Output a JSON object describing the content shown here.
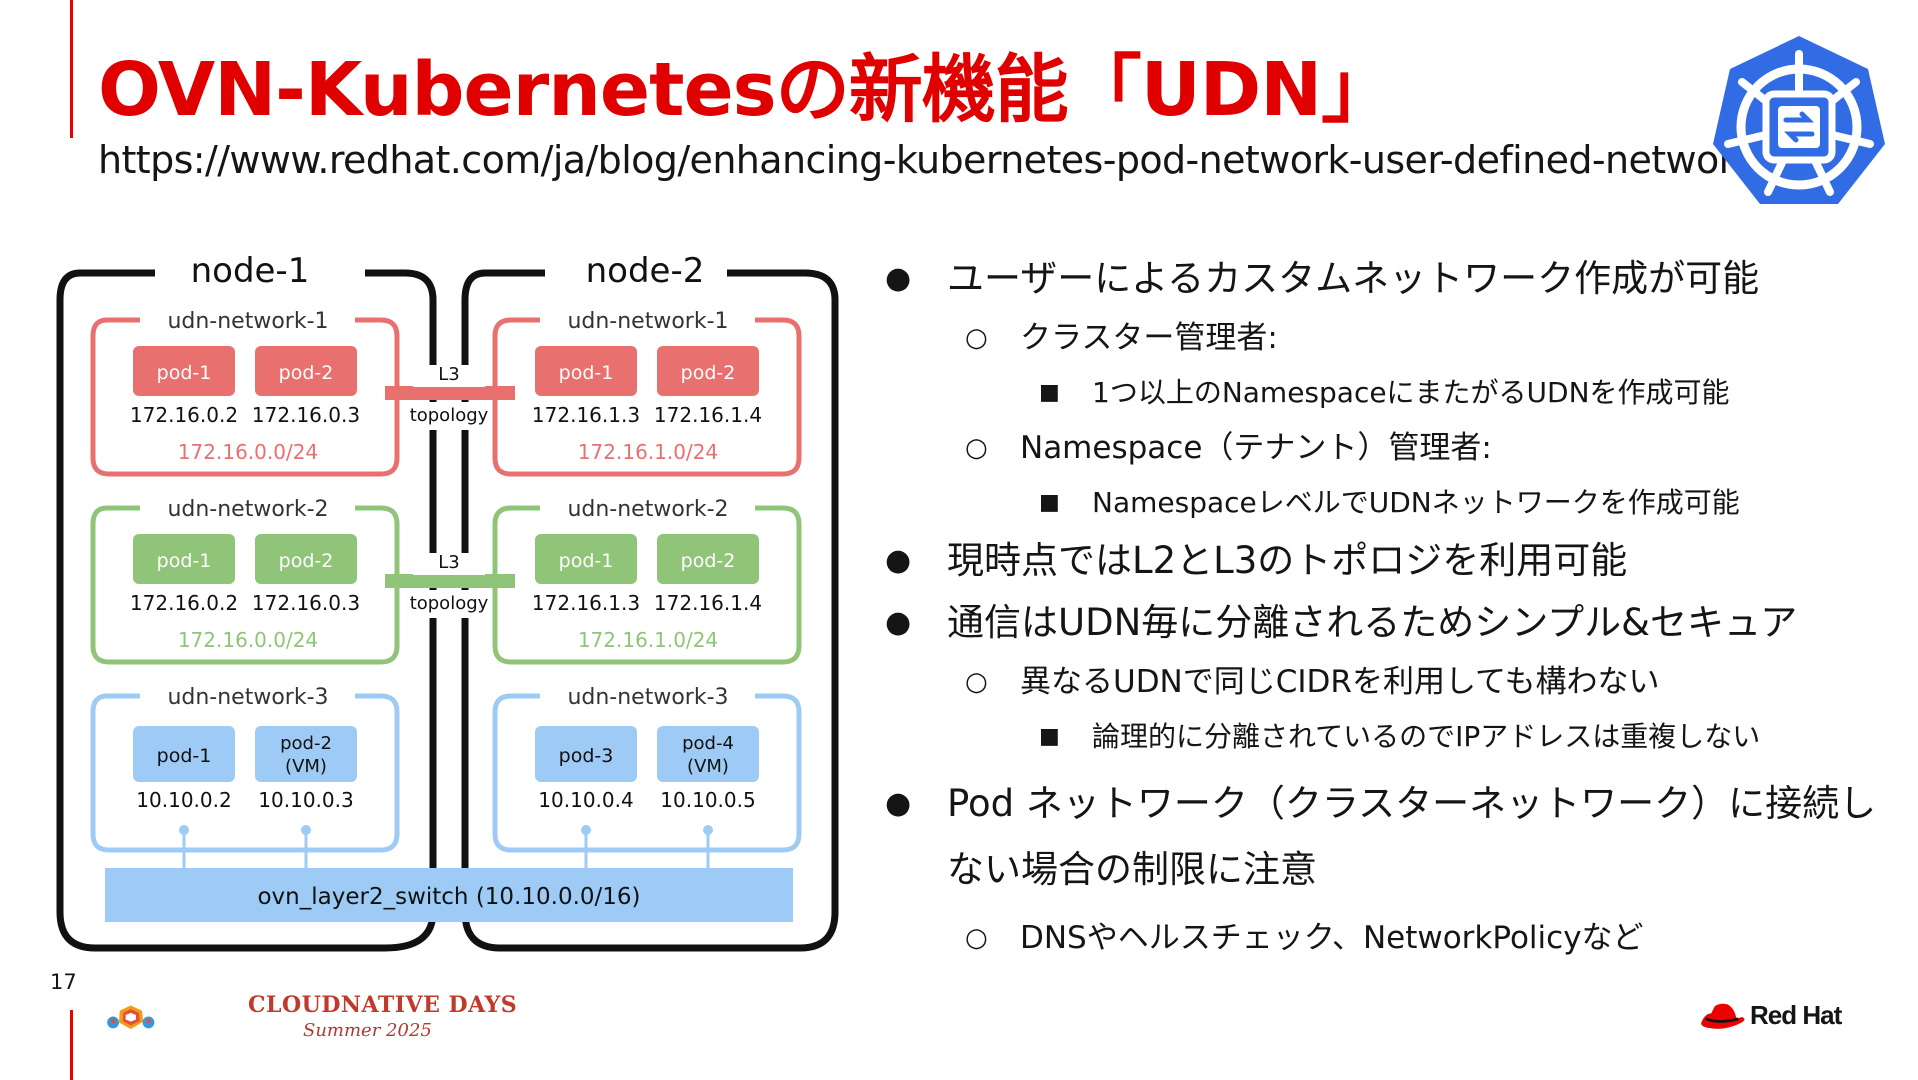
{
  "slide": {
    "title": "OVN-Kubernetesの新機能「UDN」",
    "url": "https://www.redhat.com/ja/blog/enhancing-kubernetes-pod-network-user-defined-networks",
    "page_number": "17",
    "title_color": "#e00000"
  },
  "diagram": {
    "nodes": [
      "node-1",
      "node-2"
    ],
    "networks": [
      {
        "name": "udn-network-1",
        "color": "#e8706e",
        "left": {
          "pods": [
            "pod-1",
            "pod-2"
          ],
          "ips": [
            "172.16.0.2",
            "172.16.0.3"
          ],
          "cidr": "172.16.0.0/24"
        },
        "right": {
          "pods": [
            "pod-1",
            "pod-2"
          ],
          "ips": [
            "172.16.1.3",
            "172.16.1.4"
          ],
          "cidr": "172.16.1.0/24"
        },
        "link": [
          "L3",
          "topology"
        ]
      },
      {
        "name": "udn-network-2",
        "color": "#8fc479",
        "left": {
          "pods": [
            "pod-1",
            "pod-2"
          ],
          "ips": [
            "172.16.0.2",
            "172.16.0.3"
          ],
          "cidr": "172.16.0.0/24"
        },
        "right": {
          "pods": [
            "pod-1",
            "pod-2"
          ],
          "ips": [
            "172.16.1.3",
            "172.16.1.4"
          ],
          "cidr": "172.16.1.0/24"
        },
        "link": [
          "L3",
          "topology"
        ]
      },
      {
        "name": "udn-network-3",
        "color": "#9ecbf5",
        "left": {
          "pods": [
            "pod-1",
            "pod-2\n(VM)"
          ],
          "ips": [
            "10.10.0.2",
            "10.10.0.3"
          ]
        },
        "right": {
          "pods": [
            "pod-3",
            "pod-4\n(VM)"
          ],
          "ips": [
            "10.10.0.4",
            "10.10.0.5"
          ]
        }
      }
    ],
    "switch_label": "ovn_layer2_switch (10.10.0.0/16)"
  },
  "bullets": [
    {
      "level": 1,
      "text": "ユーザーによるカスタムネットワーク作成が可能"
    },
    {
      "level": 2,
      "text": "クラスター管理者:"
    },
    {
      "level": 3,
      "text": "1つ以上のNamespaceにまたがるUDNを作成可能"
    },
    {
      "level": 2,
      "text": "Namespace（テナント）管理者:"
    },
    {
      "level": 3,
      "text": "NamespaceレベルでUDNネットワークを作成可能"
    },
    {
      "level": 1,
      "text": "現時点ではL2とL3のトポロジを利用可能"
    },
    {
      "level": 1,
      "text": "通信はUDN毎に分離されるためシンプル&セキュア"
    },
    {
      "level": 2,
      "text": "異なるUDNで同じCIDRを利用しても構わない"
    },
    {
      "level": 3,
      "text": "論理的に分離されているのでIPアドレスは重複しない"
    },
    {
      "level": 1,
      "text": "Pod ネットワーク（クラスターネットワーク）に接続しない場合の制限に注意"
    },
    {
      "level": 2,
      "text": "DNSやヘルスチェック、NetworkPolicyなど"
    }
  ],
  "bullet_markers": {
    "1": "●",
    "2": "○",
    "3": "■"
  },
  "logos": {
    "kubernetes": "kubernetes-logo",
    "event": {
      "name": "CLOUDNATIVE DAYS",
      "sub": "Summer 2025"
    },
    "vendor": "Red Hat"
  }
}
